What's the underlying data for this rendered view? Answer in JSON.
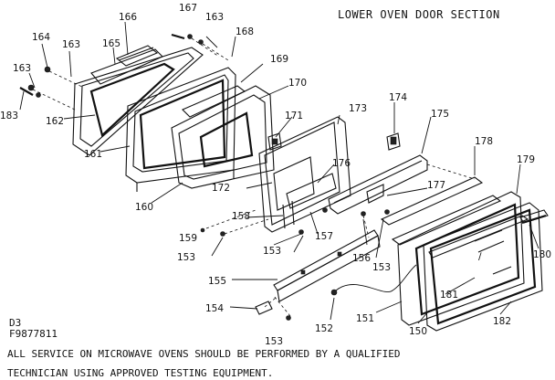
{
  "title": "LOWER OVEN DOOR SECTION",
  "footer": {
    "code_line1": "D3",
    "code_line2": "F9877811",
    "note_line1": "ALL SERVICE ON MICROWAVE OVENS SHOULD BE PERFORMED BY A QUALIFIED",
    "note_line2": "TECHNICIAN USING APPROVED TESTING EQUIPMENT."
  },
  "labels": {
    "p150": "150",
    "p151": "151",
    "p152": "152",
    "p153a": "153",
    "p153b": "153",
    "p153c": "153",
    "p153d": "153",
    "p154": "154",
    "p155": "155",
    "p156": "156",
    "p157": "157",
    "p158": "158",
    "p159": "159",
    "p160": "160",
    "p161": "161",
    "p162": "162",
    "p163a": "163",
    "p163b": "163",
    "p163c": "163",
    "p164": "164",
    "p165": "165",
    "p166": "166",
    "p167": "167",
    "p168": "168",
    "p169": "169",
    "p170": "170",
    "p171": "171",
    "p172": "172",
    "p173": "173",
    "p174": "174",
    "p175": "175",
    "p176": "176",
    "p177": "177",
    "p178": "178",
    "p179": "179",
    "p180": "180",
    "p181": "181",
    "p182": "182",
    "p183": "183"
  }
}
